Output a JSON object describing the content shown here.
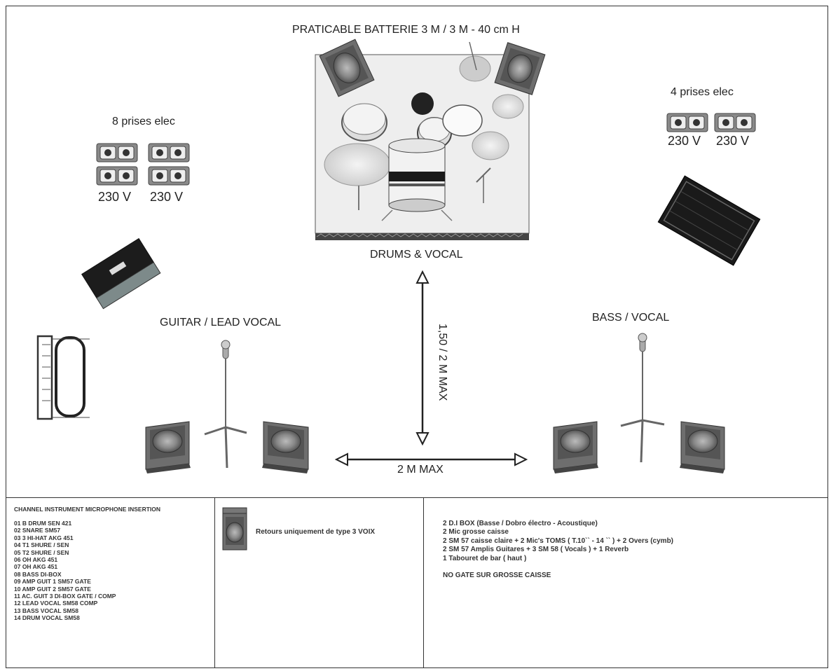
{
  "drum_riser": {
    "title": "PRATICABLE BATTERIE 3 M / 3 M - 40 cm H",
    "label": "DRUMS & VOCAL"
  },
  "power_left": {
    "title": "8 prises elec",
    "voltage_1": "230 V",
    "voltage_2": "230 V"
  },
  "power_right": {
    "title": "4 prises elec",
    "voltage_1": "230 V",
    "voltage_2": "230 V"
  },
  "positions": {
    "guitar": "GUITAR / LEAD VOCAL",
    "bass": "BASS / VOCAL"
  },
  "dimensions": {
    "vertical": "1,50 / 2 M MAX",
    "horizontal": "2 M MAX"
  },
  "channel_list": {
    "header": "CHANNEL INSTRUMENT MICROPHONE INSERTION",
    "items": [
      "01 B DRUM SEN 421",
      "02 SNARE SM57",
      "03 3 HI-HAT AKG 451",
      "04 T1 SHURE / SEN",
      "05 T2 SHURE / SEN",
      "06 OH AKG 451",
      "07 OH AKG 451",
      "08 BASS DI-BOX",
      "09 AMP GUIT 1 SM57 GATE",
      "10 AMP GUIT 2 SM57 GATE",
      "11 AC. GUIT 3 DI-BOX GATE / COMP",
      "12 LEAD VOCAL SM58 COMP",
      "13 BASS VOCAL SM58",
      "14 DRUM VOCAL SM58"
    ]
  },
  "monitors_note": "Retours uniquement de type 3 VOIX",
  "requirements": {
    "items": [
      "2 D.I BOX (Basse / Dobro électro - Acoustique)",
      "2 Mic grosse caisse",
      "2 SM 57 caisse claire + 2 Mic's TOMS ( T.10`` - 14 `` ) + 2 Overs (cymb)",
      "2 SM 57 Amplis Guitares + 3 SM 58 ( Vocals ) + 1 Reverb",
      "1 Tabouret de bar ( haut )"
    ],
    "note": "NO GATE SUR GROSSE CAISSE"
  },
  "colors": {
    "line": "#333333",
    "speaker": "#6e6e6e",
    "riser": "#eeeeee"
  }
}
